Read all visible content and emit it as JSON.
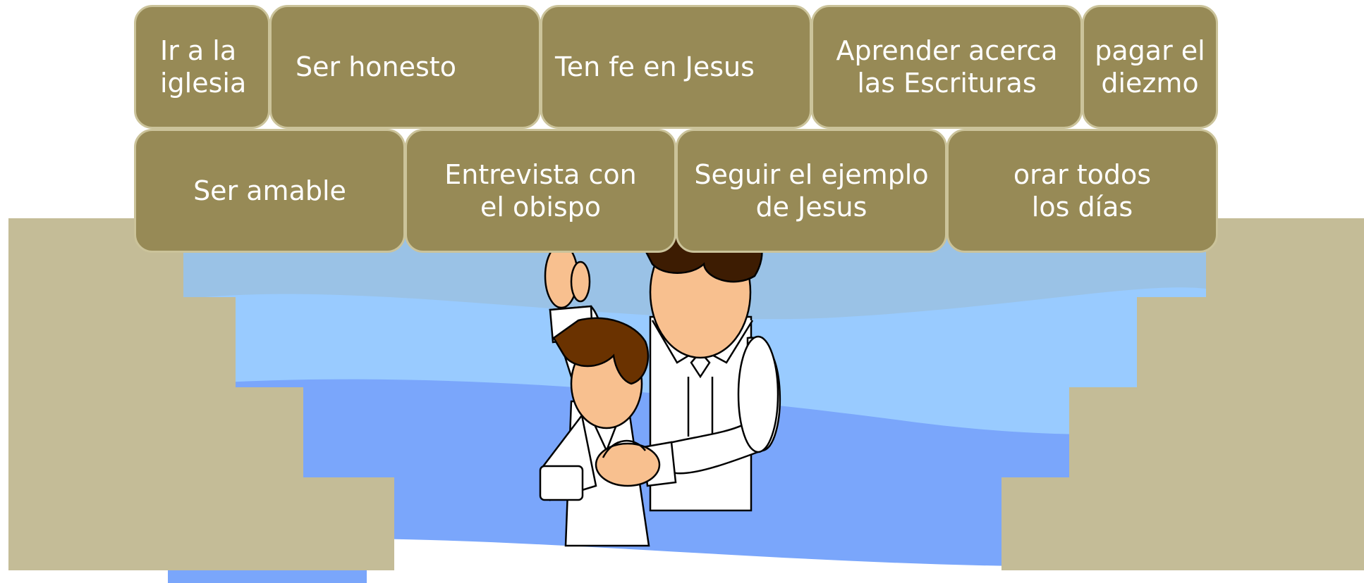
{
  "colors": {
    "tile_fill": "#978a56",
    "tile_border": "#cbc39a",
    "tile_text": "#ffffff",
    "stone": "#c4bc97",
    "water_light": "#9ac2e6",
    "water_mid": "#99cbff",
    "water_deep": "#7aa6fb",
    "skin": "#f8c08f",
    "hair_dark": "#3d1c02",
    "hair_light": "#6a3200",
    "clothing": "#ffffff"
  },
  "tiles": {
    "row1": [
      {
        "text": "Ir a la\niglesia"
      },
      {
        "text": "Ser honesto"
      },
      {
        "text": "Ten fe en Jesus"
      },
      {
        "text": "Aprender acerca\nlas Escrituras"
      },
      {
        "text": "pagar el\ndiezmo"
      }
    ],
    "row2": [
      {
        "text": "Ser amable"
      },
      {
        "text": "Entrevista con\nel obispo"
      },
      {
        "text": "Seguir el ejemplo\nde Jesus"
      },
      {
        "text": "orar todos\nlos días"
      }
    ]
  },
  "illustration": {
    "figures": [
      "man-figure",
      "child-figure"
    ],
    "setting": "baptismal-font"
  }
}
